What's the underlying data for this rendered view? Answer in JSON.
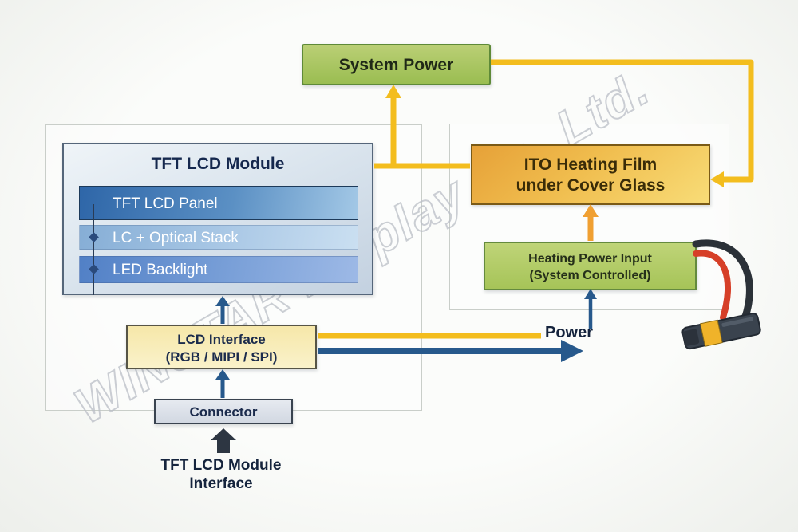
{
  "watermark": {
    "text": "WINSTAR Display Co. Ltd."
  },
  "colors": {
    "accent_yellow": "#f3bd1e",
    "accent_orange": "#f0a032",
    "accent_blue": "#27598c",
    "dark_arrow": "#2d3642",
    "green_box": "#a6c458",
    "orange_box": "#f0bd4e",
    "pale_yellow_box": "#f8edbc",
    "blue_bar": "#3d74b0"
  },
  "nodes": {
    "system_power": {
      "label": "System Power"
    },
    "tft_module": {
      "title": "TFT LCD Module",
      "layers": [
        {
          "label": "TFT LCD Panel"
        },
        {
          "label": "LC + Optical Stack"
        },
        {
          "label": "LED Backlight"
        }
      ]
    },
    "ito_film": {
      "line1": "ITO Heating Film",
      "line2": "under Cover Glass"
    },
    "heating_input": {
      "line1": "Heating Power Input",
      "line2": "(System Controlled)"
    },
    "lcd_interface": {
      "line1": "LCD Interface",
      "line2": "(RGB / MIPI / SPI)"
    },
    "connector": {
      "label": "Connector"
    }
  },
  "labels": {
    "power": "Power",
    "module_interface_line1": "TFT LCD Module",
    "module_interface_line2": "Interface"
  }
}
